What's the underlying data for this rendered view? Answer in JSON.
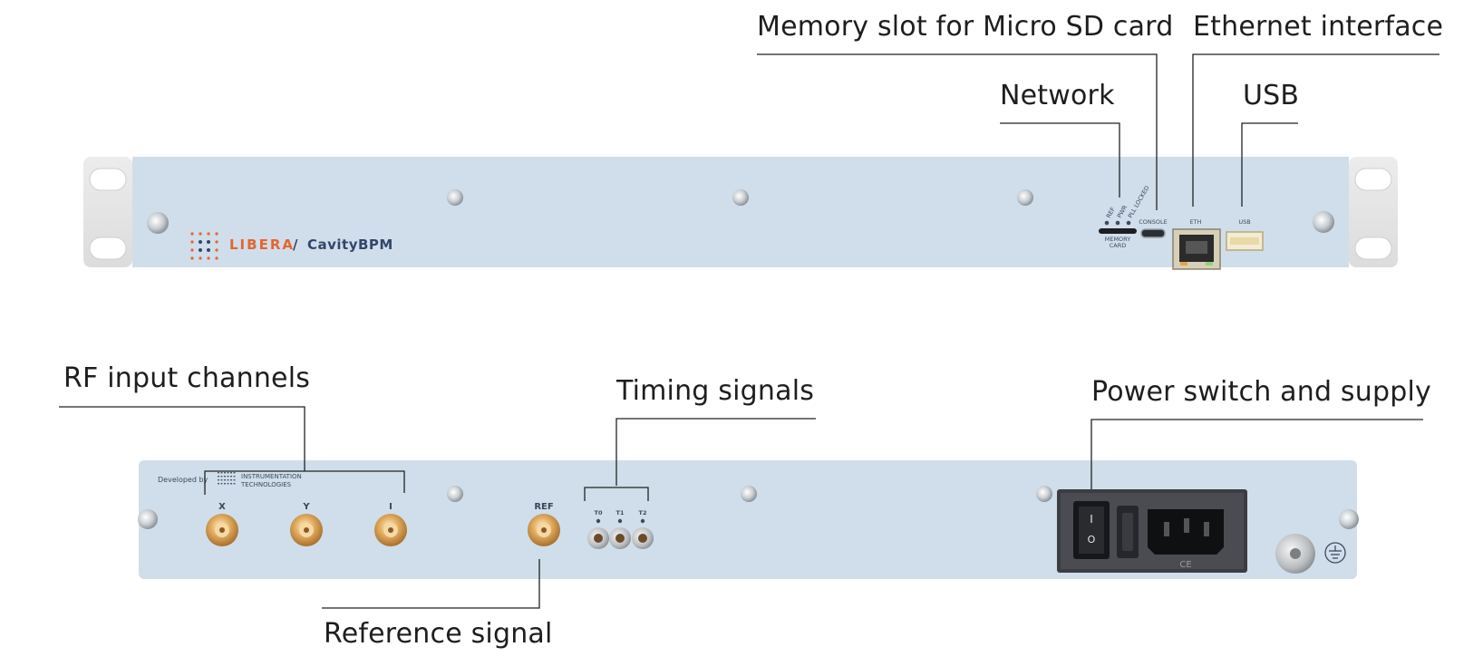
{
  "front_panel": {
    "brand": "LIBERA",
    "separator": "/",
    "product": "CavityBPM",
    "led_labels": [
      "REF",
      "PWR",
      "PLL LOCKED"
    ],
    "memory_card_label_1": "MEMORY",
    "memory_card_label_2": "CARD",
    "console_label": "CONSOLE",
    "eth_label": "ETH",
    "usb_label": "USB"
  },
  "back_panel": {
    "developed_by": "Developed by",
    "company_line_1": "INSTRUMENTATION",
    "company_line_2": "TECHNOLOGIES",
    "rf_labels": [
      "X",
      "Y",
      "I"
    ],
    "ref_label": "REF",
    "timing_labels": [
      "T0",
      "T1",
      "T2"
    ],
    "switch_on": "I",
    "switch_off": "O",
    "ce_mark": "CE"
  },
  "callouts": {
    "memory_slot": "Memory slot for Micro SD card",
    "ethernet": "Ethernet interface",
    "network": "Network",
    "usb": "USB",
    "rf_input": "RF input channels",
    "timing": "Timing signals",
    "power": "Power switch and supply",
    "reference": "Reference signal"
  },
  "colors": {
    "panel": "#cfdeea",
    "brand_orange": "#e8642c",
    "brand_navy": "#34466a",
    "connector_gold": "#d9a154"
  }
}
